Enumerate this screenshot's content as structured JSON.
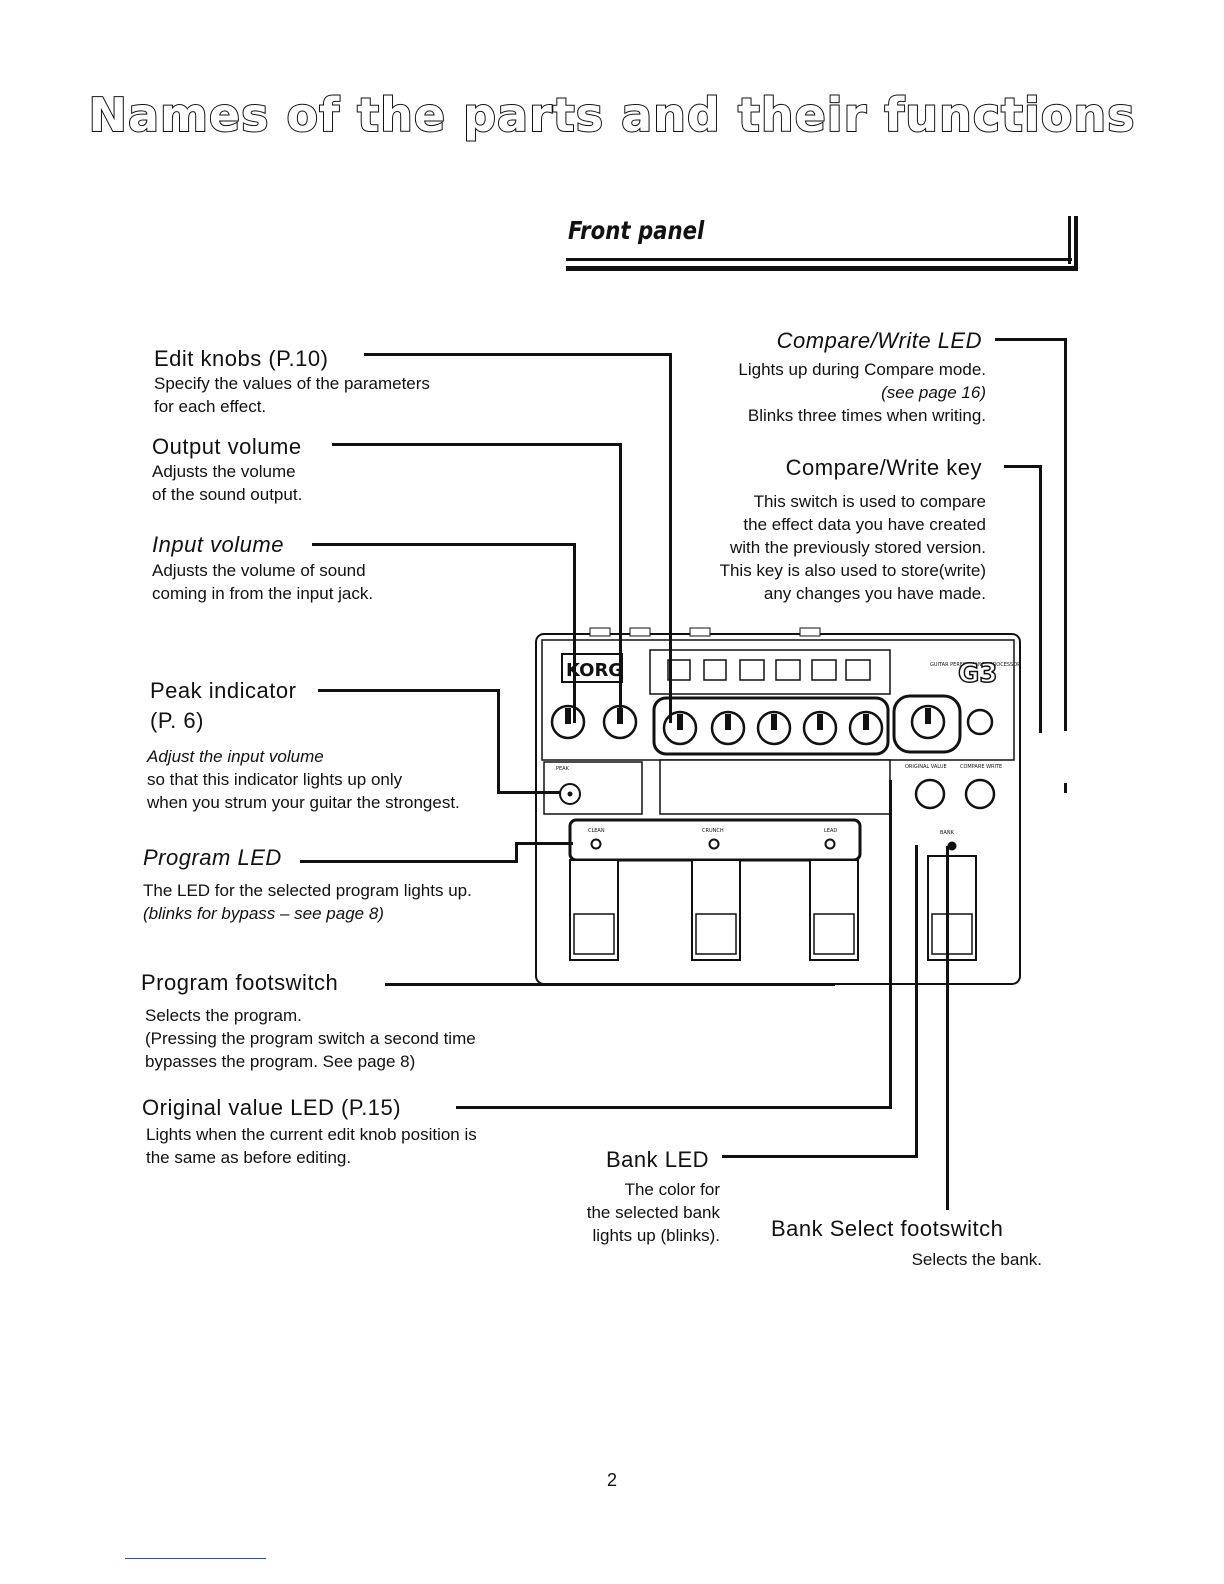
{
  "page_title": "Names of the parts and their functions",
  "section_title": "Front panel",
  "labels": {
    "edit_knobs": {
      "heading": "Edit  knobs  (P.10)",
      "desc": [
        "Specify the values of the parameters",
        "for each effect."
      ]
    },
    "output_volume": {
      "heading": "Output  volume",
      "desc": [
        "Adjusts the volume",
        "of the sound output."
      ]
    },
    "input_volume": {
      "heading": "Input  volume",
      "desc": [
        "Adjusts the volume of sound",
        "coming in from the input jack."
      ]
    },
    "peak_indicator": {
      "heading": "Peak  indicator",
      "heading2": "(P.  6)",
      "desc": [
        "Adjust the input volume",
        "so that this indicator lights up only",
        "when you strum your guitar the strongest."
      ]
    },
    "program_led": {
      "heading": "Program  LED",
      "desc": [
        "The LED for the selected program lights up.",
        "(blinks for bypass – see page 8)"
      ]
    },
    "program_footswitch": {
      "heading": "Program  footswitch",
      "desc": [
        "Selects the program.",
        "(Pressing the program switch a second time",
        "bypasses the program. See page 8)"
      ]
    },
    "original_value_led": {
      "heading": "Original  value  LED  (P.15)",
      "desc": [
        "Lights when the current edit knob position is",
        "the same as before editing."
      ]
    },
    "compare_write_led": {
      "heading": "Compare/Write  LED",
      "desc": [
        "Lights up during Compare mode.",
        "(see page 16)",
        "Blinks three times when writing."
      ]
    },
    "compare_write_key": {
      "heading": "Compare/Write  key",
      "desc": [
        "This switch is used to compare",
        "the effect data you have created",
        "with the previously stored version.",
        "This key is also used to store(write)",
        "any changes you have made."
      ]
    },
    "bank_led": {
      "heading": "Bank  LED",
      "desc": [
        "The color for",
        "the selected bank",
        "lights up (blinks)."
      ]
    },
    "bank_select_footswitch": {
      "heading": "Bank  Select  footswitch",
      "desc": [
        "Selects the bank."
      ]
    }
  },
  "device": {
    "brand": "KORG",
    "model": "G3",
    "panel_labels": {
      "peak": "PEAK",
      "clean": "CLEAN",
      "crunch": "CRUNCH",
      "lead": "LEAD",
      "bank": "BANK",
      "original_value": "ORIGINAL VALUE",
      "compare_write": "COMPARE WRITE",
      "guitar_processor": "GUITAR PERFORMANCE PROCESSOR"
    }
  },
  "page_number": "2"
}
